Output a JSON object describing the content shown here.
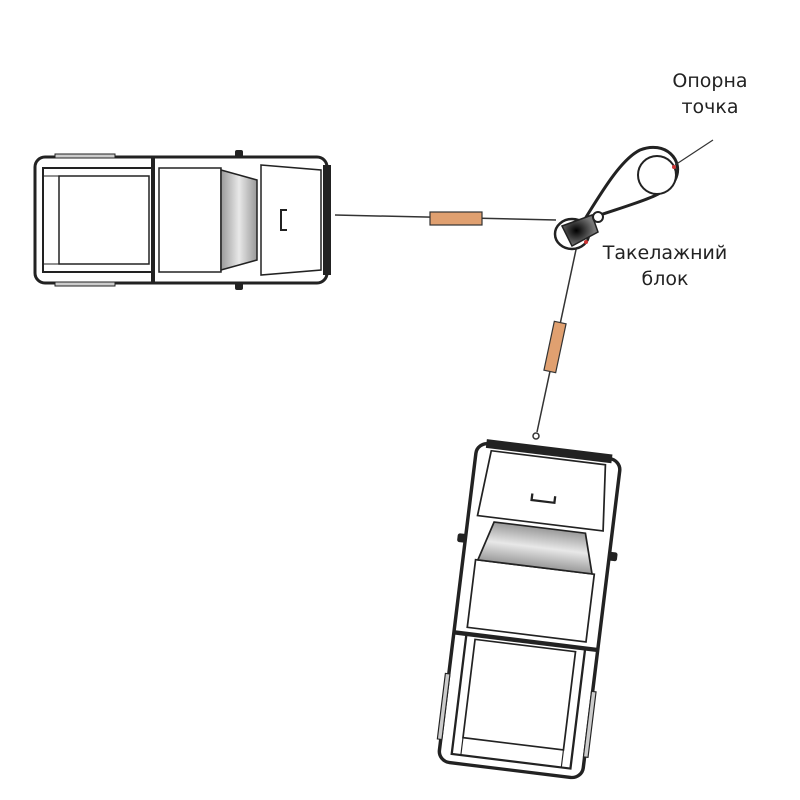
{
  "labels": {
    "anchor_line1": "Опорна",
    "anchor_line2": "точка",
    "pulley_line1": "Такелажний",
    "pulley_line2": "блок"
  },
  "colors": {
    "damper": "#e0a070",
    "cable": "#333333",
    "outline": "#222222"
  }
}
